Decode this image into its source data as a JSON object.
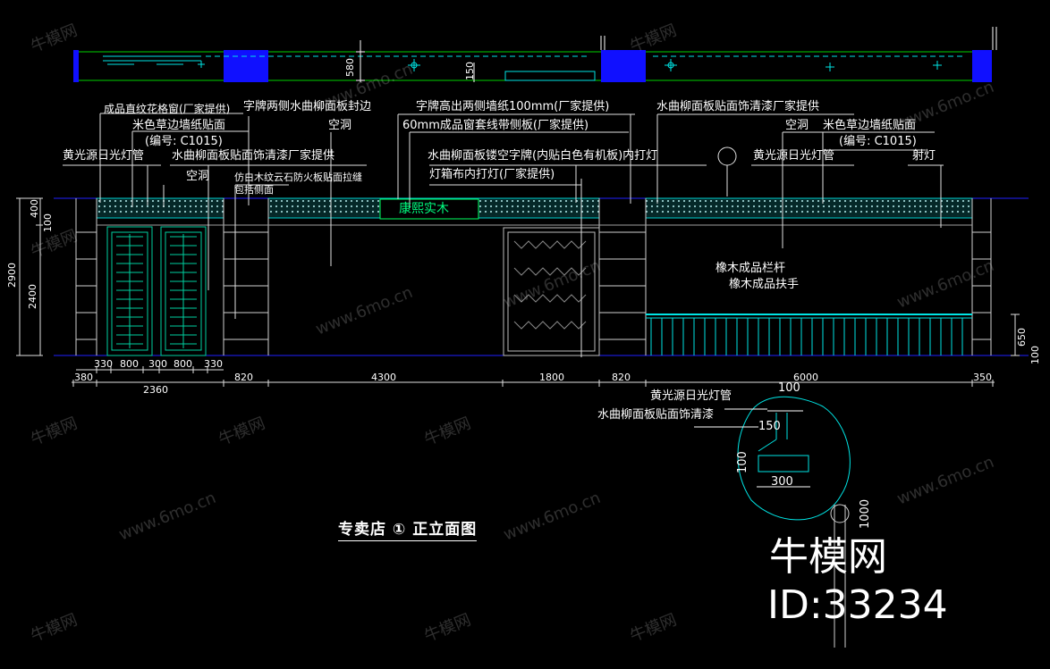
{
  "drawing": {
    "title": "专卖店 ① 正立面图",
    "sign_text": "康熙实木",
    "brand": {
      "name": "牛模网",
      "id": "ID:33234"
    },
    "watermarks": [
      "牛模网",
      "www.6mo.cn"
    ]
  },
  "labels": {
    "flower_window": "成品直纹花格窗(厂家提供)",
    "sign_edge": "字牌两侧水曲柳面板封边",
    "sign_height": "字牌高出两侧墙纸100mm(厂家提供)",
    "paint_right": "水曲柳面板贴面饰清漆厂家提供",
    "wallpaper_left": "米色草边墙纸贴面",
    "code_left": "(编号: C1015)",
    "hollow_1": "空洞",
    "window_trim": "60mm成品窗套线带侧板(厂家提供)",
    "hollow_right": "空洞",
    "wallpaper_right": "米色草边墙纸贴面",
    "code_right": "(编号: C1015)",
    "fluor_left": "黄光源日光灯管",
    "paint_left": "水曲柳面板贴面饰清漆厂家提供",
    "carved_panel": "水曲柳面板镂空字牌(内贴白色有机板)内打灯",
    "fluor_right": "黄光源日光灯管",
    "spotlight": "射灯",
    "hollow_2": "空洞",
    "lightbox": "灯箱布内打灯(厂家提供)",
    "stone_veneer": "仿白木纹云石防火板贴面拉缝",
    "side_cover": "包括侧面",
    "railing": "橡木成品栏杆",
    "handrail": "橡木成品扶手",
    "detail_fluor": "黄光源日光灯管",
    "detail_paint": "水曲柳面板贴面饰清漆"
  },
  "dimensions": {
    "horizontal_top": [
      "330",
      "800",
      "300",
      "800",
      "330"
    ],
    "horizontal_main": [
      "380",
      "820",
      "4300",
      "1800",
      "820",
      "6000",
      "350"
    ],
    "horizontal_sub": [
      "2360"
    ],
    "vertical_left": [
      "100",
      "400",
      "2900",
      "2400"
    ],
    "vertical_right": [
      "650",
      "100"
    ],
    "ceiling": [
      "580",
      "150"
    ],
    "detail": [
      "100",
      "150",
      "100",
      "300",
      "1000"
    ]
  }
}
